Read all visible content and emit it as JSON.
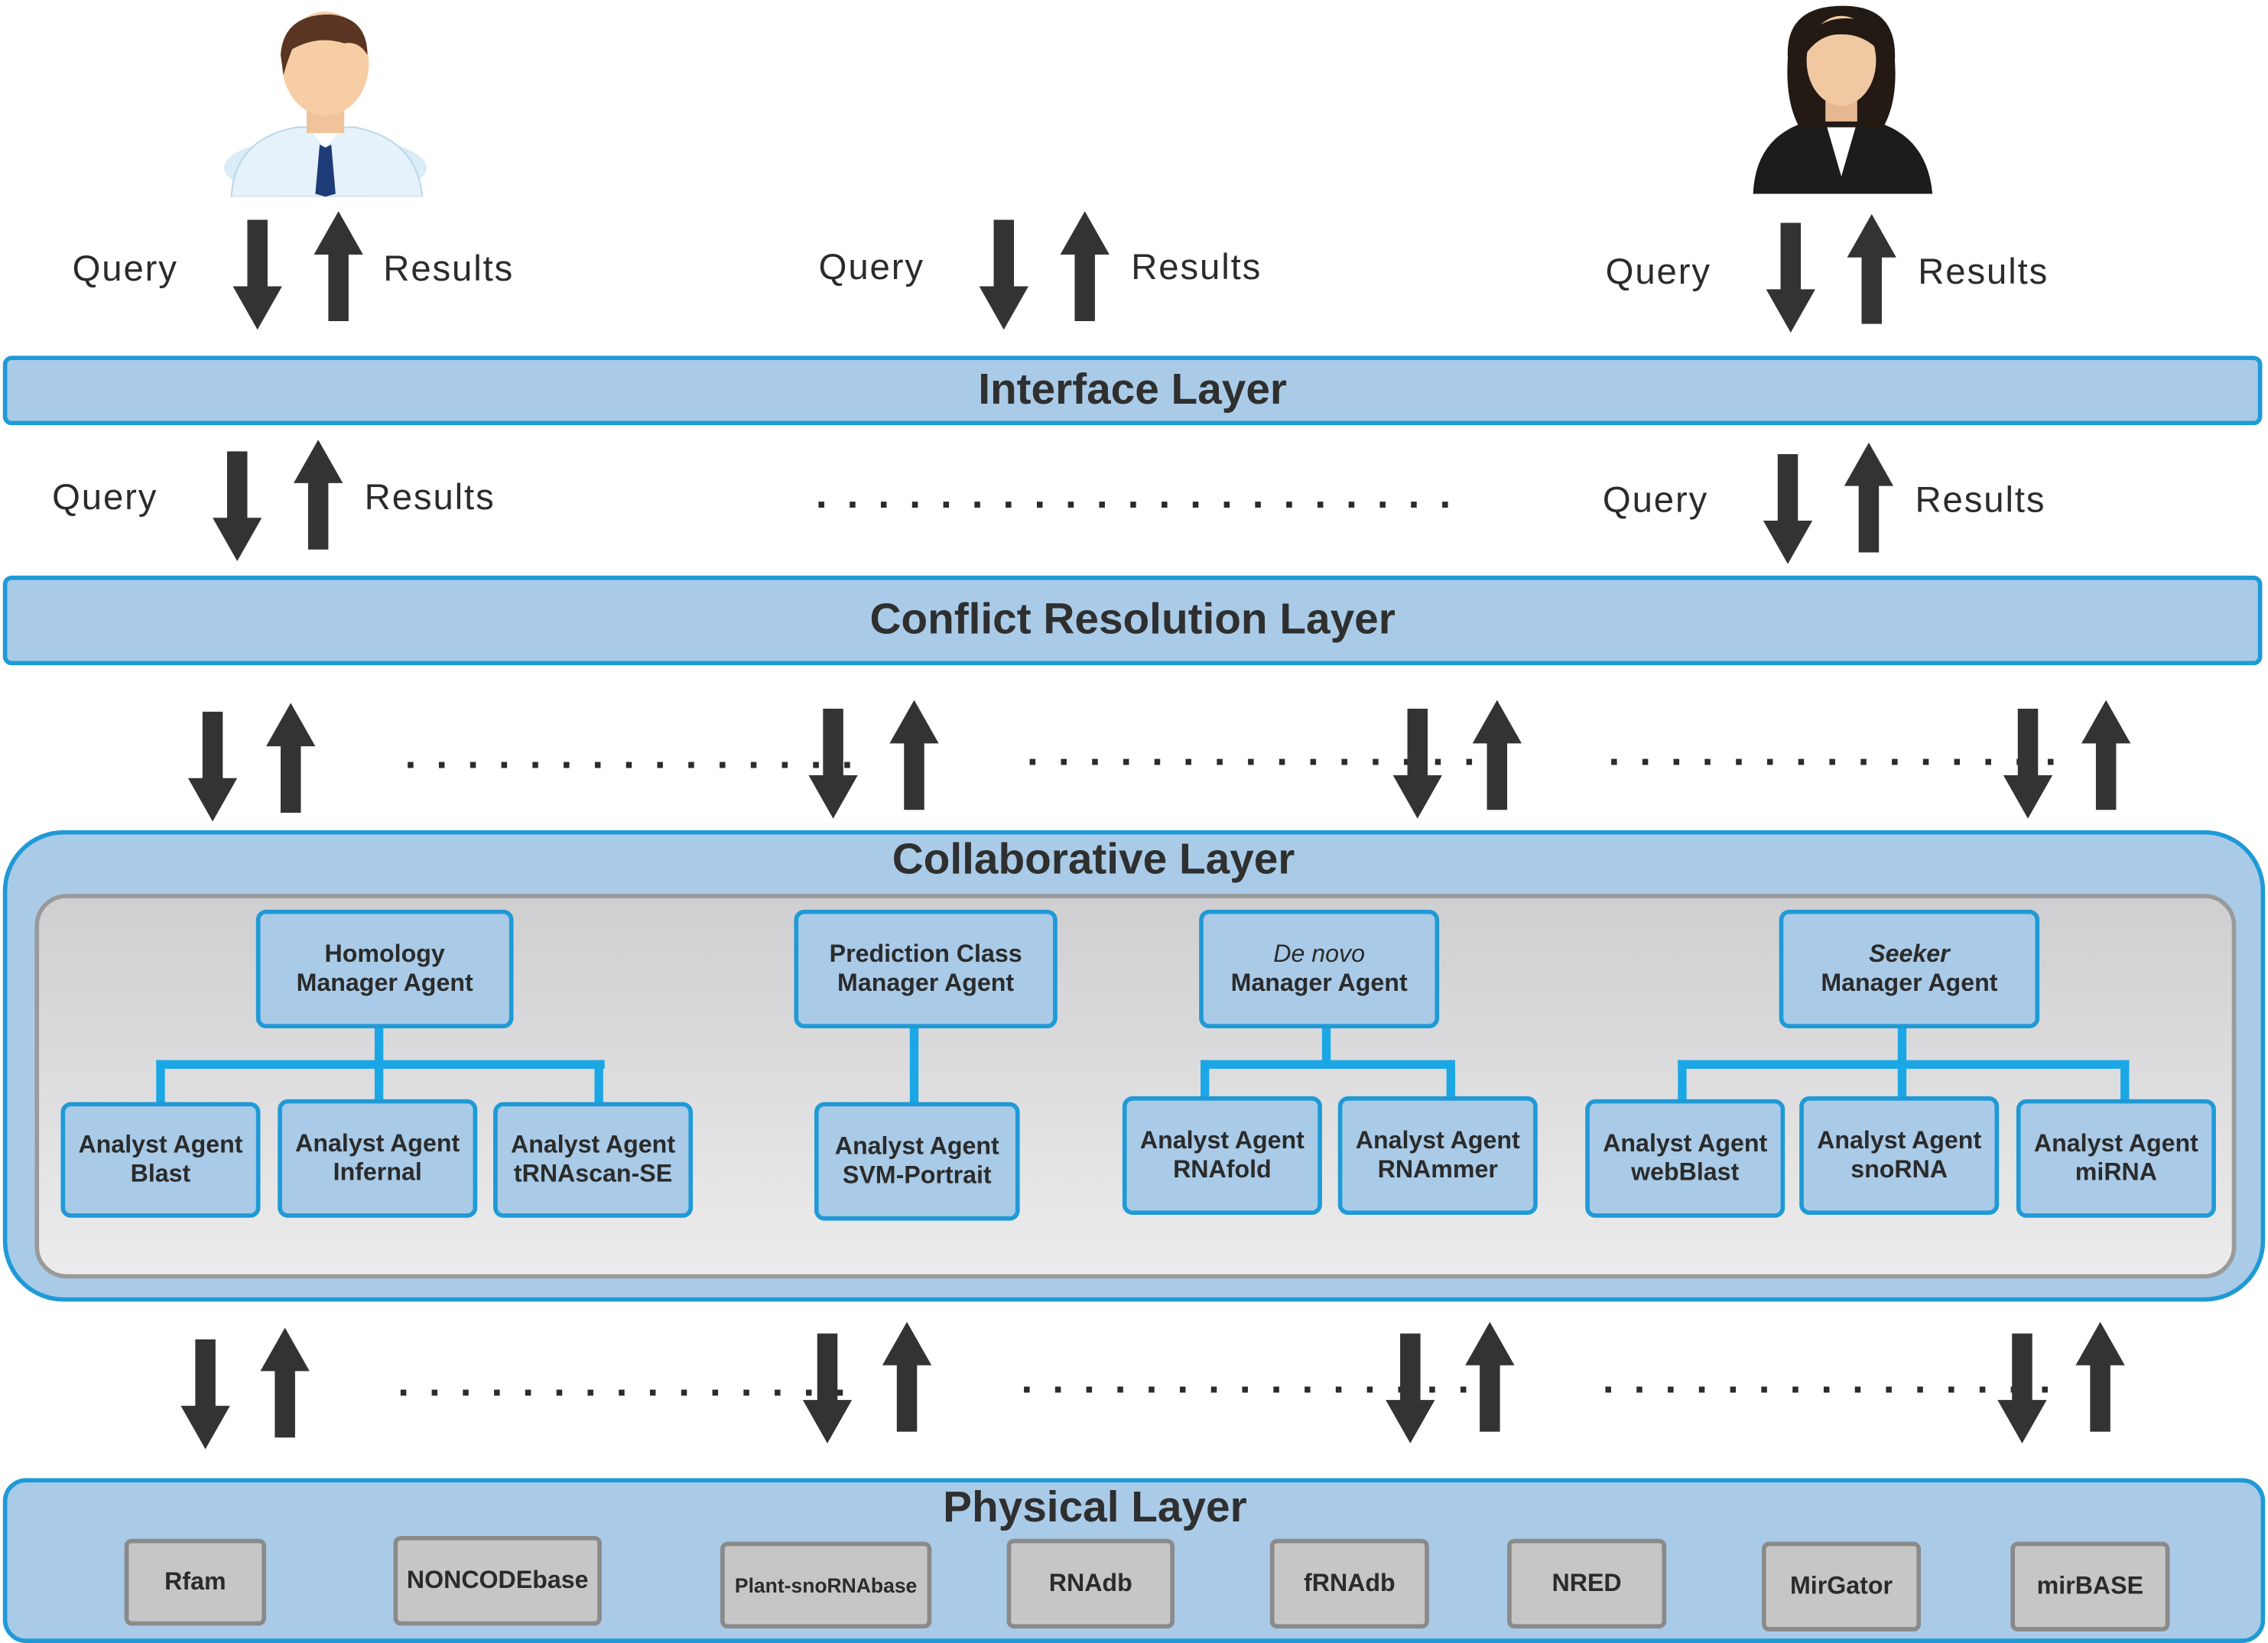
{
  "top_flows": [
    {
      "query": "Query",
      "results": "Results"
    },
    {
      "query": "Query",
      "results": "Results"
    },
    {
      "query": "Query",
      "results": "Results"
    }
  ],
  "interface_layer": {
    "title": "Interface Layer"
  },
  "mid_flows": [
    {
      "query": "Query",
      "results": "Results"
    },
    {
      "query": "Query",
      "results": "Results"
    }
  ],
  "mid_ellipsis": ". . . . . . . . . . . . . . . . . . . . .",
  "conflict_layer": {
    "title": "Conflict Resolution Layer"
  },
  "row_ellipsis": ". . . . . . . . . . . . . . .",
  "collaborative_layer": {
    "title": "Collaborative Layer",
    "managers": [
      {
        "line1": "Homology",
        "line2": "Manager Agent",
        "italic": false
      },
      {
        "line1": "Prediction Class",
        "line2": "Manager Agent",
        "italic": false
      },
      {
        "line1": "De novo",
        "line2": "Manager Agent",
        "italic": true
      },
      {
        "line1": "Seeker",
        "line2": "Manager Agent",
        "italic": true
      }
    ],
    "analysts": [
      {
        "line1": "Analyst Agent",
        "line2": "Blast"
      },
      {
        "line1": "Analyst Agent",
        "line2": "Infernal"
      },
      {
        "line1": "Analyst Agent",
        "line2": "tRNAscan-SE"
      },
      {
        "line1": "Analyst Agent",
        "line2": "SVM-Portrait"
      },
      {
        "line1": "Analyst Agent",
        "line2": "RNAfold"
      },
      {
        "line1": "Analyst Agent",
        "line2": "RNAmmer"
      },
      {
        "line1": "Analyst Agent",
        "line2": "webBlast"
      },
      {
        "line1": "Analyst Agent",
        "line2": "snoRNA"
      },
      {
        "line1": "Analyst Agent",
        "line2": "miRNA"
      }
    ]
  },
  "physical_layer": {
    "title": "Physical Layer",
    "databases": [
      "Rfam",
      "NONCODEbase",
      "Plant-snoRNAbase",
      "RNAdb",
      "fRNAdb",
      "NRED",
      "MirGator",
      "mirBASE"
    ]
  },
  "colors": {
    "layer_fill": "#a9cbe8",
    "layer_border": "#1f9ad6",
    "connector": "#1ba7e6",
    "arrow": "#333333",
    "db_fill": "#c6c6c6"
  }
}
